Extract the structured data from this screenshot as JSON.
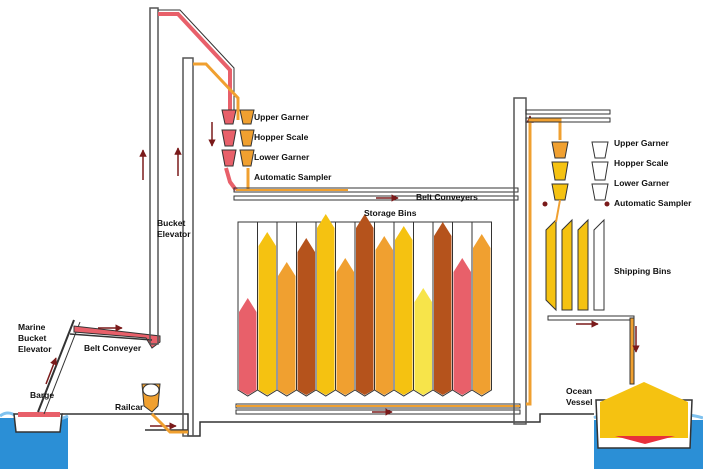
{
  "labels": {
    "marine_bucket_elevator": [
      "Marine",
      "Bucket",
      "Elevator"
    ],
    "barge": "Barge",
    "belt_conveyer_left": "Belt Conveyer",
    "bucket_elevator": [
      "Bucket",
      "Elevator"
    ],
    "railcar": "Railcar",
    "left_upper_garner": "Upper Garner",
    "left_hopper_scale": "Hopper Scale",
    "left_lower_garner": "Lower Garner",
    "left_automatic_sampler": "Automatic Sampler",
    "belt_conveyers_top": "Belt Conveyers",
    "storage_bins": "Storage Bins",
    "right_upper_garner": "Upper Garner",
    "right_hopper_scale": "Hopper Scale",
    "right_lower_garner": "Lower Garner",
    "right_automatic_sampler": "Automatic Sampler",
    "shipping_bins": "Shipping Bins",
    "ocean_vessel": [
      "Ocean",
      "Vessel"
    ]
  },
  "colors": {
    "grain_yellow": "#f5c211",
    "grain_orange": "#f0a030",
    "grain_dark": "#b5531c",
    "grain_red": "#e8606a",
    "grain_pale": "#f7e44a",
    "water": "#2b8fd6",
    "arrow": "#7a1a1a",
    "structure": "#333333"
  },
  "storage_bins": [
    {
      "fill": "red"
    },
    {
      "fill": "yellow"
    },
    {
      "fill": "orange"
    },
    {
      "fill": "dark"
    },
    {
      "fill": "yellow"
    },
    {
      "fill": "orange"
    },
    {
      "fill": "dark"
    },
    {
      "fill": "orange"
    },
    {
      "fill": "yellow"
    },
    {
      "fill": "pale"
    },
    {
      "fill": "dark"
    },
    {
      "fill": "red"
    },
    {
      "fill": "orange"
    }
  ]
}
